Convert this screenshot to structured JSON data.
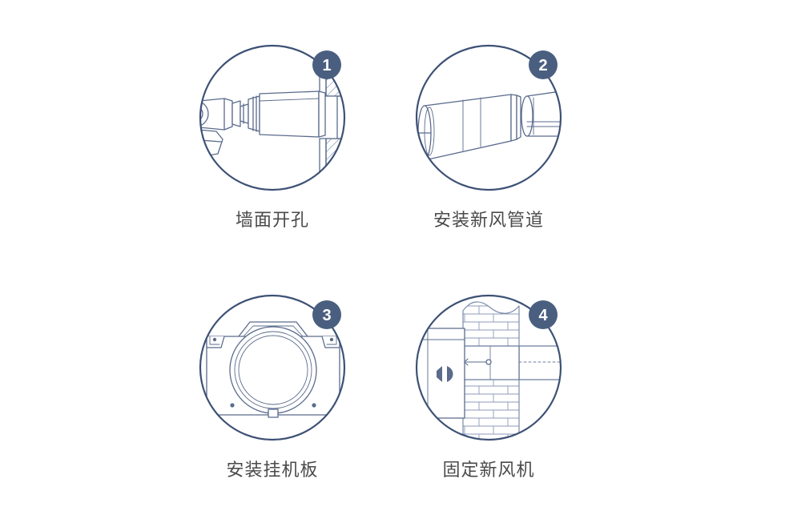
{
  "page": {
    "title": "新风系统安装步骤图",
    "background_color": "#ffffff",
    "line_color": "#3d5175",
    "badge_color": "#4a5f80",
    "badge_text_color": "#ffffff",
    "caption_color": "#4a4a4a"
  },
  "steps": [
    {
      "number": "1",
      "caption": "墙面开孔",
      "illustration": "drill-wall-hole",
      "illustration_label": "drill-with-hole-saw-cutting-through-wall-cross-section"
    },
    {
      "number": "2",
      "caption": "安装新风管道",
      "illustration": "fresh-air-duct",
      "illustration_label": "two-duct-pipe-sections-being-joined"
    },
    {
      "number": "3",
      "caption": "安装挂机板",
      "illustration": "mounting-plate",
      "illustration_label": "wall-mounting-bracket-plate-with-round-opening"
    },
    {
      "number": "4",
      "caption": "固定新风机",
      "illustration": "fix-unit-on-wall",
      "illustration_label": "fresh-air-unit-fixed-to-brick-wall-with-duct"
    }
  ]
}
